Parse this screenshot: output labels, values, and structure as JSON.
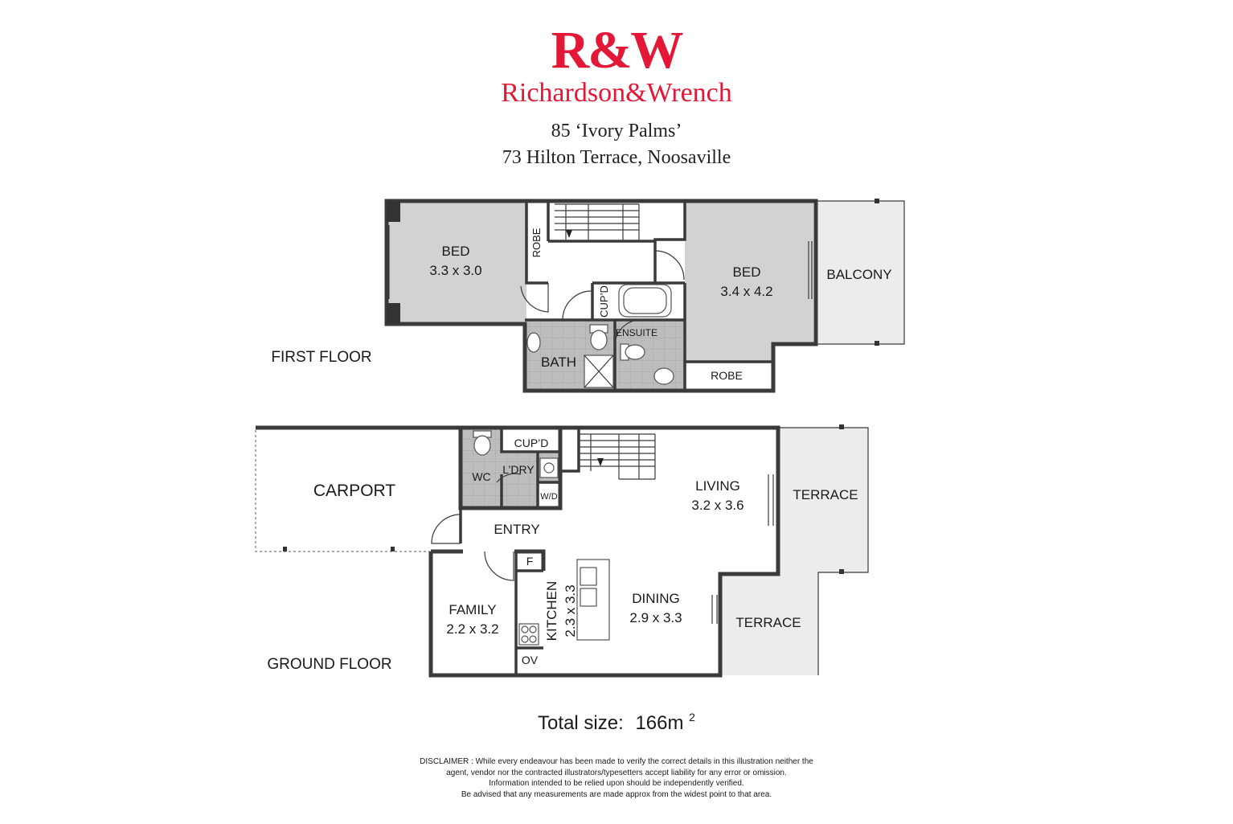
{
  "brand": {
    "logo_text": "R&W",
    "name": "Richardson&Wrench",
    "color": "#e31837"
  },
  "address": {
    "line1": "85 ‘Ivory Palms’",
    "line2": "73 Hilton Terrace, Noosaville"
  },
  "floors": {
    "first": "FIRST FLOOR",
    "ground": "GROUND FLOOR"
  },
  "rooms": {
    "bed1_name": "BED",
    "bed1_size": "3.3 x 3.0",
    "robe1": "ROBE",
    "bed2_name": "BED",
    "bed2_size": "3.4 x 4.2",
    "balcony": "BALCONY",
    "cupd_first": "CUP’D",
    "ensuite": "ENSUITE",
    "bath": "BATH",
    "robe2": "ROBE",
    "carport": "CARPORT",
    "wc": "WC",
    "cupd_ground": "CUP’D",
    "laundry": "L’DRY",
    "wd": "W/D",
    "entry": "ENTRY",
    "living_name": "LIVING",
    "living_size": "3.2 x 3.6",
    "terrace1": "TERRACE",
    "terrace2": "TERRACE",
    "fridge": "F",
    "kitchen_name": "KITCHEN",
    "kitchen_size": "2.3 x 3.3",
    "dining_name": "DINING",
    "dining_size": "2.9 x 3.3",
    "family_name": "FAMILY",
    "family_size": "2.2 x 3.2",
    "oven": "OV"
  },
  "total": {
    "label": "Total size:",
    "value": "166m",
    "sup": "2"
  },
  "disclaimer": {
    "line1": "DISCLAIMER : While every endeavour has been made to verify the correct details in this illustration neither the",
    "line2": "agent, vendor nor the contracted illustrators/typesetters accept liability for any error or omission.",
    "line3": "Information intended to be relied upon should be independently verified.",
    "line4": "Be advised that any measurements are made approx from the widest point to that area."
  }
}
